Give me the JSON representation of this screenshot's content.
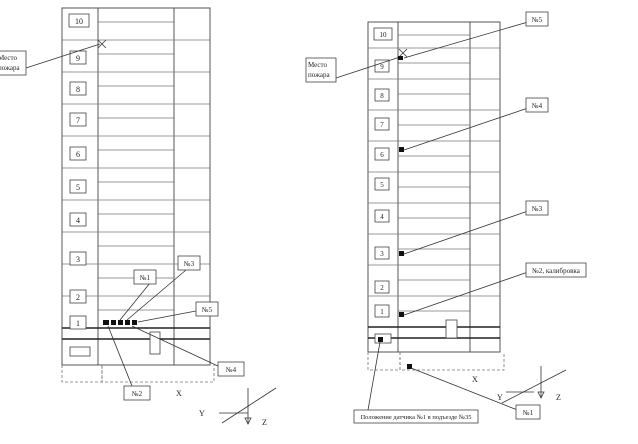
{
  "left": {
    "floors": [
      "10",
      "9",
      "8",
      "7",
      "6",
      "5",
      "4",
      "3",
      "2",
      "1"
    ],
    "fire_label_lines": [
      "Место",
      "пожара"
    ],
    "callouts": {
      "s1": "№1",
      "s2": "№2",
      "s3": "№3",
      "s4": "№4",
      "s5": "№5"
    },
    "axes": {
      "x": "X",
      "y": "Y",
      "z": "Z"
    }
  },
  "right": {
    "floors": [
      "10",
      "9",
      "8",
      "7",
      "6",
      "5",
      "4",
      "3",
      "2",
      "1"
    ],
    "fire_label_lines": [
      "Место",
      "пожара"
    ],
    "callouts": {
      "s5": "№5",
      "s4": "№4",
      "s3": "№3",
      "s2": "№2, калибровка",
      "s1": "№1"
    },
    "caption": "Положение датчика №1 в подъезде №35",
    "axes": {
      "x": "X",
      "y": "Y",
      "z": "Z"
    }
  }
}
